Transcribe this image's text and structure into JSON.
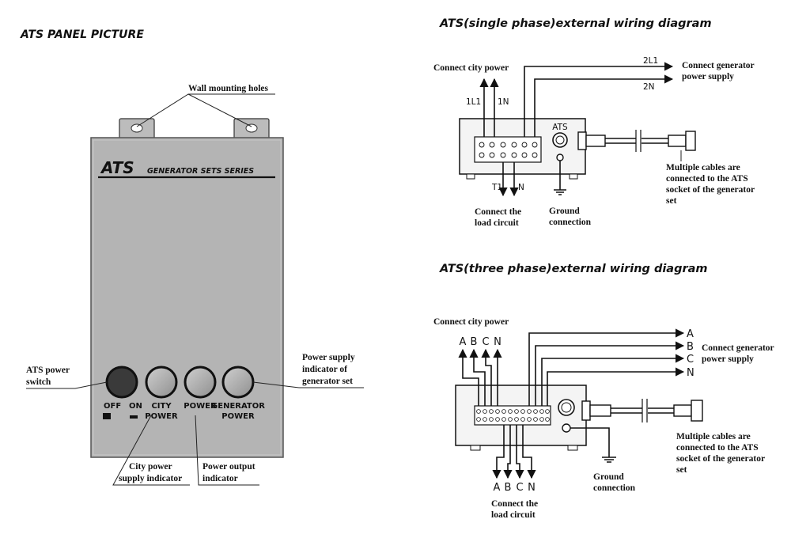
{
  "panel": {
    "heading": "ATS PANEL PICTURE",
    "brand": "ATS",
    "series": "GENERATOR  SETS  SERIES",
    "mounting_holes": "Wall mounting holes",
    "indicators": {
      "off": "OFF",
      "on": "ON",
      "city": "CITY",
      "power_sub": "POWER",
      "power": "POWER",
      "generator": "GENERATOR",
      "generator_sub": "POWER"
    },
    "callouts": {
      "switch_1": "ATS power",
      "switch_2": "switch",
      "city_1": "City power",
      "city_2": "supply indicator",
      "output_1": "Power output",
      "output_2": "indicator",
      "gen_1": "Power supply",
      "gen_2": "indicator of",
      "gen_3": "generator set"
    }
  },
  "single": {
    "heading": "ATS(single phase)external wiring diagram",
    "connect_city": "Connect city power",
    "l1": "1L1",
    "n1": "1N",
    "l2": "2L1",
    "n2": "2N",
    "gen_1": "Connect generator",
    "gen_2": "power supply",
    "ats": "ATS",
    "t1": "T1",
    "n_out": "N",
    "load_1": "Connect the",
    "load_2": "load circuit",
    "ground_1": "Ground",
    "ground_2": "connection",
    "cables_1": "Multiple cables are",
    "cables_2": "connected to the ATS",
    "cables_3": "socket of the generator",
    "cables_4": "set"
  },
  "three": {
    "heading": "ATS(three phase)external wiring diagram",
    "connect_city": "Connect city power",
    "in_a": "A",
    "in_b": "B",
    "in_c": "C",
    "in_n": "N",
    "gen_a": "A",
    "gen_b": "B",
    "gen_c": "C",
    "gen_n": "N",
    "gen_1": "Connect generator",
    "gen_2": "power supply",
    "out_a": "A",
    "out_b": "B",
    "out_c": "C",
    "out_n": "N",
    "load_1": "Connect the",
    "load_2": "load circuit",
    "ground_1": "Ground",
    "ground_2": "connection",
    "cables_1": "Multiple cables are",
    "cables_2": "connected to the ATS",
    "cables_3": "socket of the generator",
    "cables_4": "set"
  }
}
